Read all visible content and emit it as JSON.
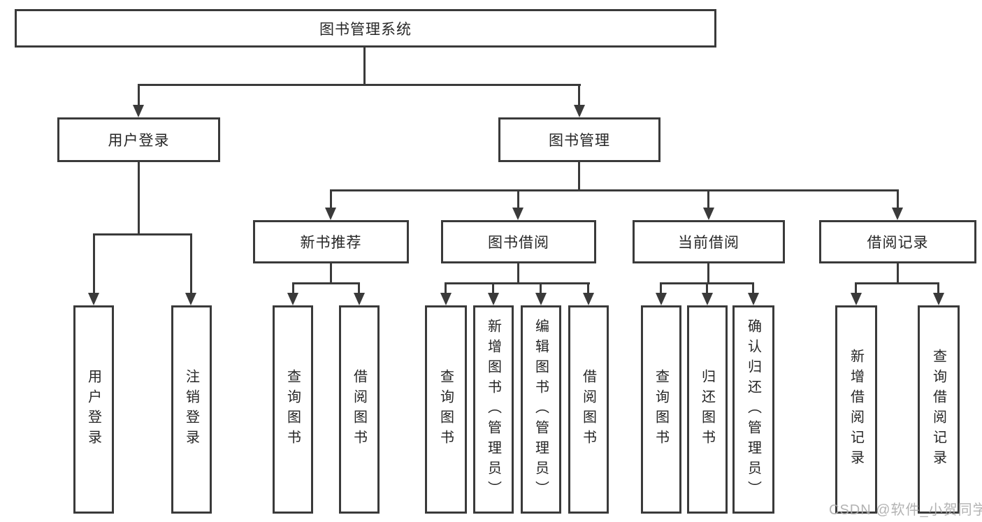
{
  "tree": {
    "root": {
      "label": "图书管理系统"
    },
    "children": [
      {
        "label": "用户登录",
        "children": [
          {
            "label": "用户登录"
          },
          {
            "label": "注销登录"
          }
        ]
      },
      {
        "label": "图书管理",
        "children": [
          {
            "label": "新书推荐",
            "children": [
              {
                "label": "查询图书"
              },
              {
                "label": "借阅图书"
              }
            ]
          },
          {
            "label": "图书借阅",
            "children": [
              {
                "label": "查询图书"
              },
              {
                "label": "新增图书（管理员）"
              },
              {
                "label": "编辑图书（管理员）"
              },
              {
                "label": "借阅图书"
              }
            ]
          },
          {
            "label": "当前借阅",
            "children": [
              {
                "label": "查询图书"
              },
              {
                "label": "归还图书"
              },
              {
                "label": "确认归还（管理员）"
              }
            ]
          },
          {
            "label": "借阅记录",
            "children": [
              {
                "label": "新增借阅记录"
              },
              {
                "label": "查询借阅记录"
              }
            ]
          }
        ]
      }
    ]
  },
  "colors": {
    "line": "#3a3a3a",
    "text": "#262626",
    "watermark": "#acacac"
  },
  "watermark": {
    "text": "CSDN @软件_小贺同学"
  }
}
